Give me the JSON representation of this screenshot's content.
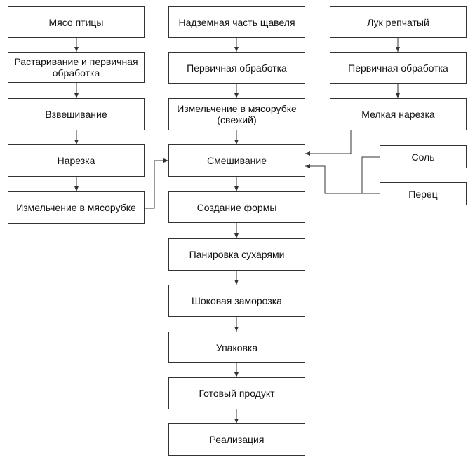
{
  "diagram": {
    "steps": {
      "poultry": "Мясо птицы",
      "unpacking": "Растаривание и первичная обработка",
      "weighing": "Взвешивание",
      "cutting": "Нарезка",
      "mincing_meat": "Измельчение в мясорубке",
      "sorrel": "Надземная часть щавеля",
      "sorrel_primary": "Первичная обработка",
      "sorrel_mincing": "Измельчение в мясорубке (свежий)",
      "mixing": "Смешивание",
      "shaping": "Создание формы",
      "breading": "Панировка сухарями",
      "freezing": "Шоковая заморозка",
      "packing": "Упаковка",
      "finished": "Готовый продукт",
      "sale": "Реализация",
      "onion": "Лук репчатый",
      "onion_primary": "Первичная обработка",
      "onion_cut": "Мелкая нарезка",
      "salt": "Соль",
      "pepper": "Перец"
    },
    "colors": {
      "line": "#333333",
      "box_border": "#333333",
      "background": "#ffffff"
    }
  }
}
